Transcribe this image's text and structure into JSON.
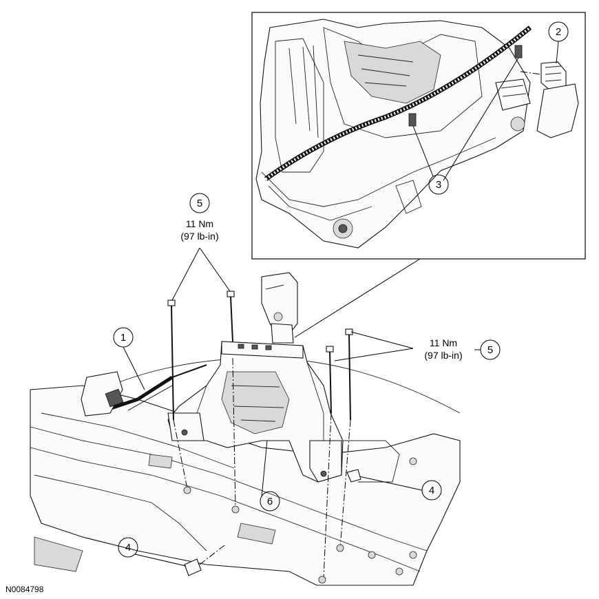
{
  "figure_id": "N0084798",
  "callouts": {
    "c1": "1",
    "c2": "2",
    "c3": "3",
    "c4_right": "4",
    "c4_left": "4",
    "c5_top": "5",
    "c5_right": "5",
    "c6": "6"
  },
  "torque": {
    "top_nm": "11 Nm",
    "top_lbin": "(97 lb-in)",
    "right_nm": "11 Nm",
    "right_lbin": "(97 lb-in)"
  }
}
